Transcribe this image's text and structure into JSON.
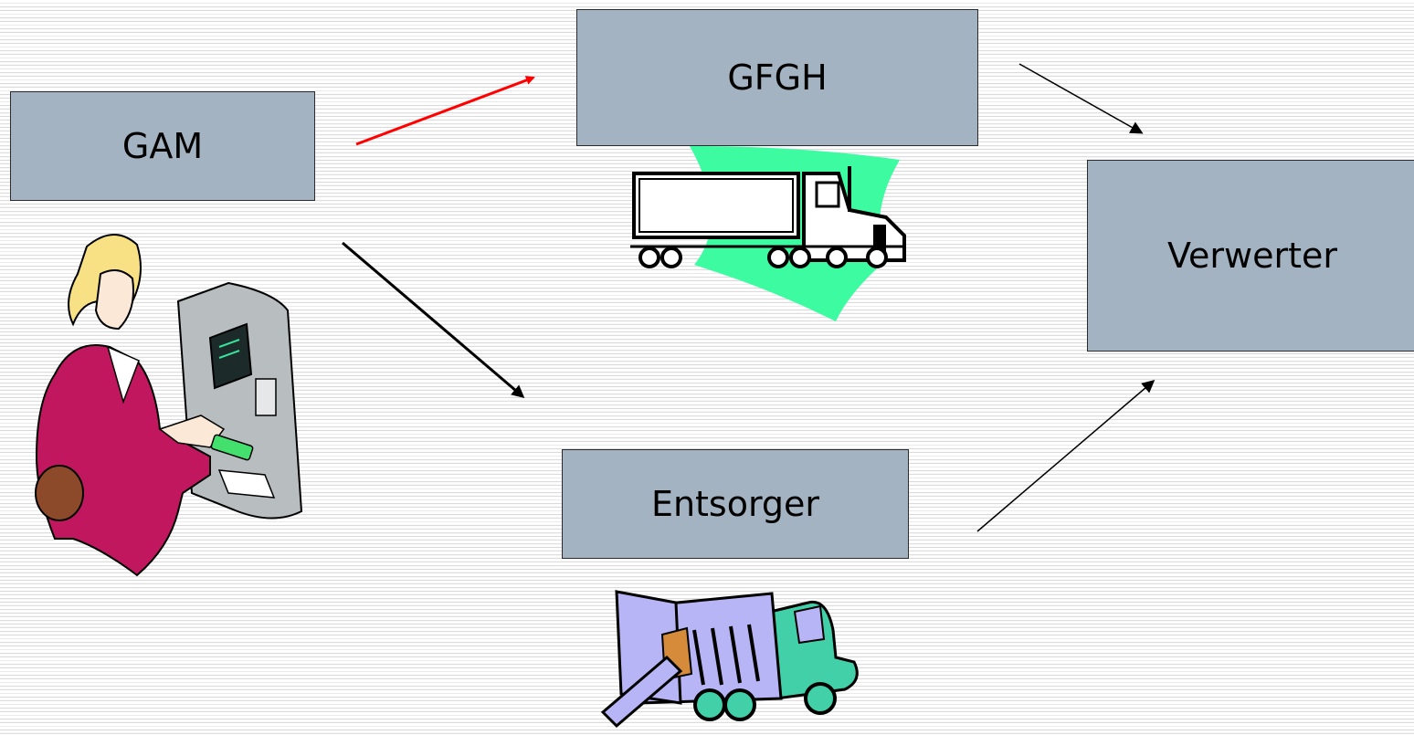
{
  "nodes": {
    "gam": "GAM",
    "gfgh": "GFGH",
    "verwerter": "Verwerter",
    "entsorger": "Entsorger"
  },
  "colors": {
    "box_fill": "#a4b3c2",
    "highlight_arrow": "#ff0000",
    "arrow": "#000000",
    "truck_swoosh": "#3dfba0",
    "suit": "#c0175f",
    "van_body": "#b7b5f5",
    "van_cab": "#41d0a8"
  },
  "icons": {
    "person": "woman-at-atm-icon",
    "truck": "semi-truck-icon",
    "van": "delivery-van-icon"
  }
}
